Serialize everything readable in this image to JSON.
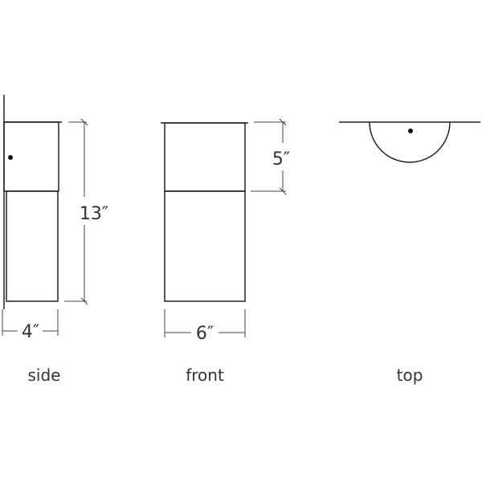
{
  "views": {
    "side": {
      "label": "side",
      "height_dim": "13″",
      "width_dim": "4″"
    },
    "front": {
      "label": "front",
      "canopy_dim": "5″",
      "width_dim": "6″"
    },
    "top": {
      "label": "top"
    }
  },
  "colors": {
    "line": "#222222",
    "text": "#333333"
  }
}
